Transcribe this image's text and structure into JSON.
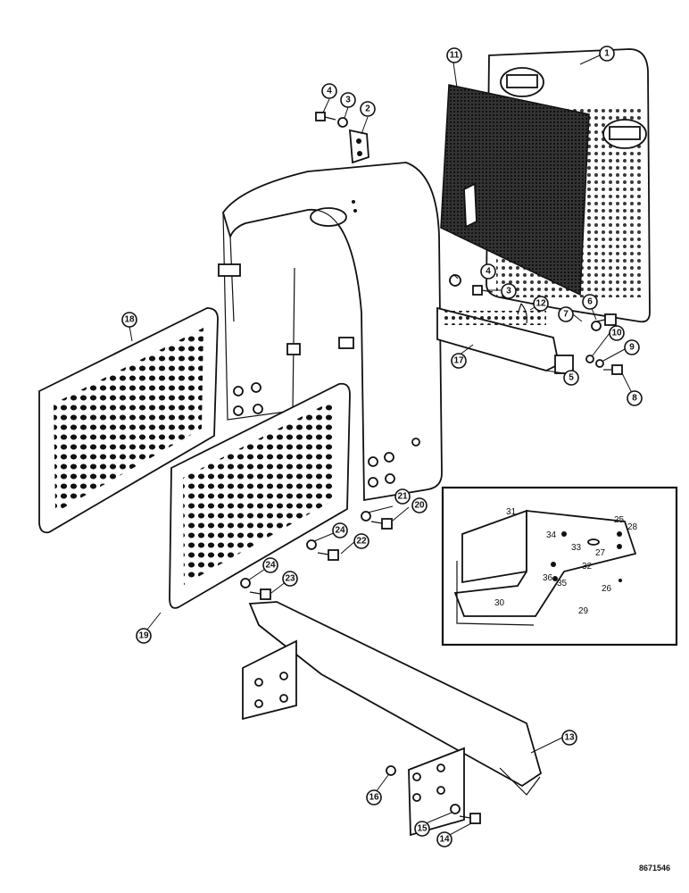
{
  "callouts": [
    {
      "id": "1",
      "label": "1"
    },
    {
      "id": "2",
      "label": "2"
    },
    {
      "id": "3a",
      "label": "3"
    },
    {
      "id": "4a",
      "label": "4"
    },
    {
      "id": "3b",
      "label": "3"
    },
    {
      "id": "4b",
      "label": "4"
    },
    {
      "id": "5",
      "label": "5"
    },
    {
      "id": "6",
      "label": "6"
    },
    {
      "id": "7",
      "label": "7"
    },
    {
      "id": "8",
      "label": "8"
    },
    {
      "id": "9",
      "label": "9"
    },
    {
      "id": "10",
      "label": "10"
    },
    {
      "id": "11",
      "label": "11"
    },
    {
      "id": "12",
      "label": "12"
    },
    {
      "id": "13",
      "label": "13"
    },
    {
      "id": "14",
      "label": "14"
    },
    {
      "id": "15",
      "label": "15"
    },
    {
      "id": "16",
      "label": "16"
    },
    {
      "id": "17",
      "label": "17"
    },
    {
      "id": "18",
      "label": "18"
    },
    {
      "id": "19",
      "label": "19"
    },
    {
      "id": "20",
      "label": "20"
    },
    {
      "id": "21",
      "label": "21"
    },
    {
      "id": "22",
      "label": "22"
    },
    {
      "id": "23",
      "label": "23"
    },
    {
      "id": "24a",
      "label": "24"
    },
    {
      "id": "24b",
      "label": "24"
    }
  ],
  "inset_labels": [
    {
      "id": "25",
      "label": "25"
    },
    {
      "id": "26",
      "label": "26"
    },
    {
      "id": "27",
      "label": "27"
    },
    {
      "id": "28",
      "label": "28"
    },
    {
      "id": "29",
      "label": "29"
    },
    {
      "id": "30",
      "label": "30"
    },
    {
      "id": "31",
      "label": "31"
    },
    {
      "id": "32",
      "label": "32"
    },
    {
      "id": "33",
      "label": "33"
    },
    {
      "id": "34",
      "label": "34"
    },
    {
      "id": "35",
      "label": "35"
    },
    {
      "id": "36",
      "label": "36"
    }
  ],
  "reference_number": "8671546"
}
